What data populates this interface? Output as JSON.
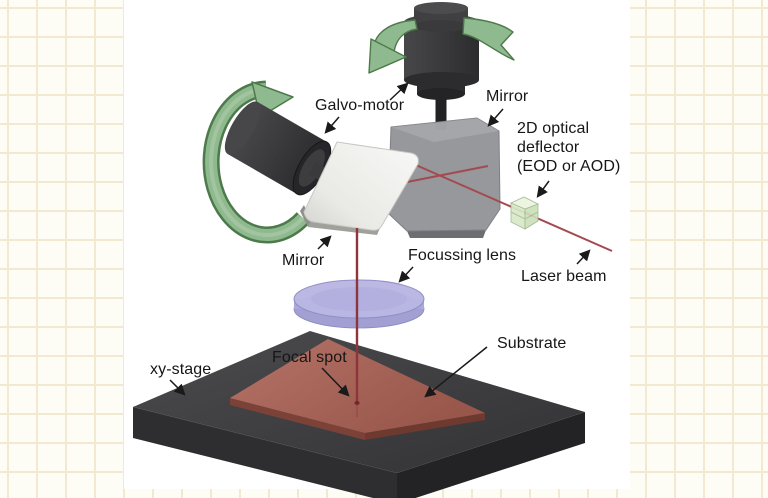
{
  "figure": {
    "labels": {
      "galvo_motor": "Galvo-motor",
      "mirror_top": "Mirror",
      "deflector": "2D optical\ndeflector\n(EOD or AOD)",
      "laser_beam": "Laser beam",
      "focussing_lens": "Focussing lens",
      "mirror_left": "Mirror",
      "focal_spot": "Focal spot",
      "substrate": "Substrate",
      "xy_stage": "xy-stage"
    },
    "colors": {
      "panel_bg": "#ffffff",
      "grid_line": "#f2e9d0",
      "arrow_green": "#8fb98f",
      "arrow_green_dark": "#4d7a4a",
      "laser_red": "#a34a50",
      "laser_red_dark": "#8e343c",
      "lens_purple": "#b9b7e3",
      "mirror_gray": "#94969b",
      "mirror_white": "#eeeeec",
      "deflector_green": "#ecf5de",
      "substrate_brown": "#ab6659",
      "stage_dark": "#3d3d3f",
      "label_text": "#161616"
    }
  }
}
